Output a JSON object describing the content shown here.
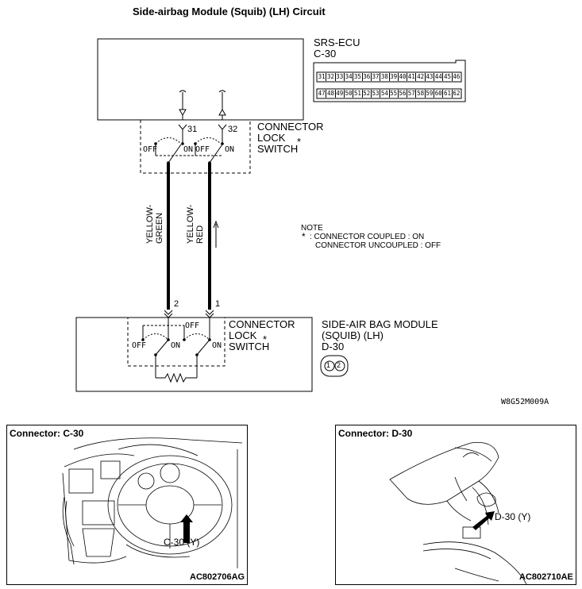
{
  "diagram": {
    "title": "Side-airbag Module (Squib) (LH) Circuit",
    "ecu": {
      "name": "SRS-ECU",
      "code": "C-30"
    },
    "ecu_connector_pins_top": [
      "31",
      "32",
      "33",
      "34",
      "35",
      "36",
      "37",
      "38",
      "39",
      "40",
      "41",
      "42",
      "43",
      "44",
      "45",
      "46"
    ],
    "ecu_connector_pins_bottom": [
      "47",
      "48",
      "49",
      "50",
      "51",
      "52",
      "53",
      "54",
      "55",
      "56",
      "57",
      "58",
      "59",
      "60",
      "61",
      "62"
    ],
    "ecu_pins": {
      "left": "31",
      "right": "32"
    },
    "upper_switch": {
      "line1": "CONNECTOR",
      "line2": "LOCK",
      "line3": "SWITCH",
      "star": "*"
    },
    "switch_labels": {
      "off": "OFF",
      "on": "ON"
    },
    "wires": {
      "left": {
        "line1": "YELLOW-",
        "line2": "GREEN"
      },
      "right": {
        "line1": "YELLOW-",
        "line2": "RED"
      }
    },
    "note": {
      "head": "NOTE",
      "star": "*",
      "line1": ": CONNECTOR COUPLED : ON",
      "line2": "CONNECTOR UNCOUPLED : OFF"
    },
    "module_pins": {
      "left": "2",
      "right": "1"
    },
    "lower_switch": {
      "line1": "CONNECTOR",
      "line2": "LOCK",
      "line3": "SWITCH",
      "star": "*"
    },
    "module": {
      "line1": "SIDE-AIR BAG MODULE",
      "line2": "(SQUIB) (LH)",
      "code": "D-30",
      "pin_a": "1",
      "pin_b": "2"
    },
    "figure_id": "W8G52M009A"
  },
  "panels": [
    {
      "title": "Connector: C-30",
      "callout": "C-30 (Y)",
      "code": "AC802706AG"
    },
    {
      "title": "Connector: D-30",
      "callout": "D-30 (Y)",
      "code": "AC802710AE"
    }
  ]
}
